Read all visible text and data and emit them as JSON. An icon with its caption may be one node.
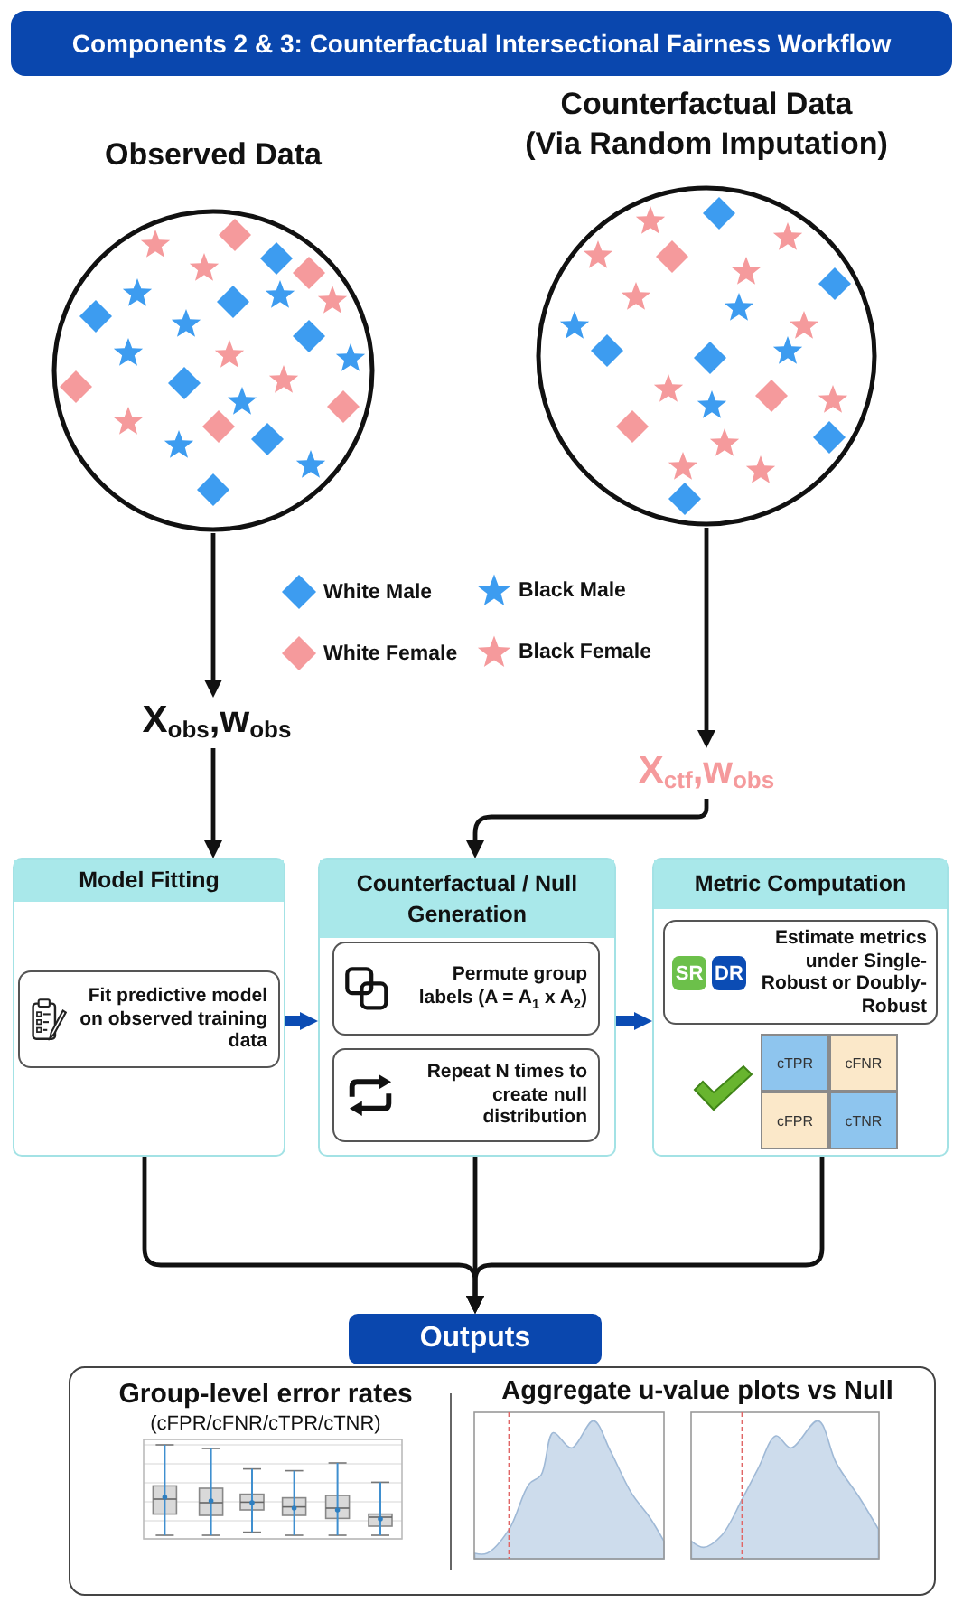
{
  "diagram": {
    "title": "Components 2 & 3: Counterfactual Intersectional Fairness Workflow",
    "nodes": [
      {
        "text": [
          "Observed Data"
        ]
      },
      {
        "text": [
          "Counterfactual Data",
          "(Via Random Imputation)"
        ]
      },
      {
        "text": [
          "X$_{obs}$,w$_{obs}$"
        ]
      },
      {
        "text": [
          "X$_{ctf}$,w$_{obs}$"
        ]
      },
      {
        "text": [
          "Model Fitting"
        ]
      },
      {
        "text": [
          "Fit predictive model on observed training data"
        ],
        "in": 4
      },
      {
        "text": [
          "Counterfactual / Null Generation"
        ]
      },
      {
        "text": [
          "Permute group labels (A = A$_{1}$ x A$_{2}$)"
        ],
        "in": 6
      },
      {
        "text": [
          "Repeat N times to create null distribution"
        ],
        "in": 6
      },
      {
        "text": [
          "Metric Computation"
        ]
      },
      {
        "text": [
          "Estimate metrics under Single-Robust or Doubly-Robust"
        ],
        "in": 9
      },
      {
        "text": [
          "SR"
        ],
        "in": 10
      },
      {
        "text": [
          "DR"
        ],
        "in": 10
      },
      {
        "text": [
          "cTPR"
        ],
        "in": 9
      },
      {
        "text": [
          "cFNR"
        ],
        "in": 9
      },
      {
        "text": [
          "cFPR"
        ],
        "in": 9
      },
      {
        "text": [
          "cTNR"
        ],
        "in": 9
      },
      {
        "text": [
          "Outputs"
        ]
      },
      {
        "text": [
          "Group-level error rates",
          "(cFPR/cFNR/cTPR/cTNR)",
          "Aggregate u-value plots vs Null"
        ]
      }
    ],
    "edges": [
      {
        "from": 0,
        "to": 2,
        "arrow": "to"
      },
      {
        "from": 2,
        "to": 4,
        "arrow": "to"
      },
      {
        "from": 1,
        "to": 3,
        "arrow": "to"
      },
      {
        "from": 3,
        "to": 6,
        "arrow": "to"
      },
      {
        "from": 4,
        "to": 6,
        "arrow": "to",
        "style": "thick",
        "color": "#0b4cb4"
      },
      {
        "from": 6,
        "to": 9,
        "arrow": "to",
        "style": "thick",
        "color": "#0b4cb4"
      },
      {
        "from": 4,
        "to": 17,
        "arrow": "to"
      },
      {
        "from": 6,
        "to": 17,
        "arrow": "to"
      },
      {
        "from": 9,
        "to": 17,
        "arrow": "to"
      }
    ],
    "legend": [
      {
        "text": "White Male"
      },
      {
        "text": "Black Male"
      },
      {
        "text": "White Female"
      },
      {
        "text": "Black Female"
      }
    ]
  }
}
